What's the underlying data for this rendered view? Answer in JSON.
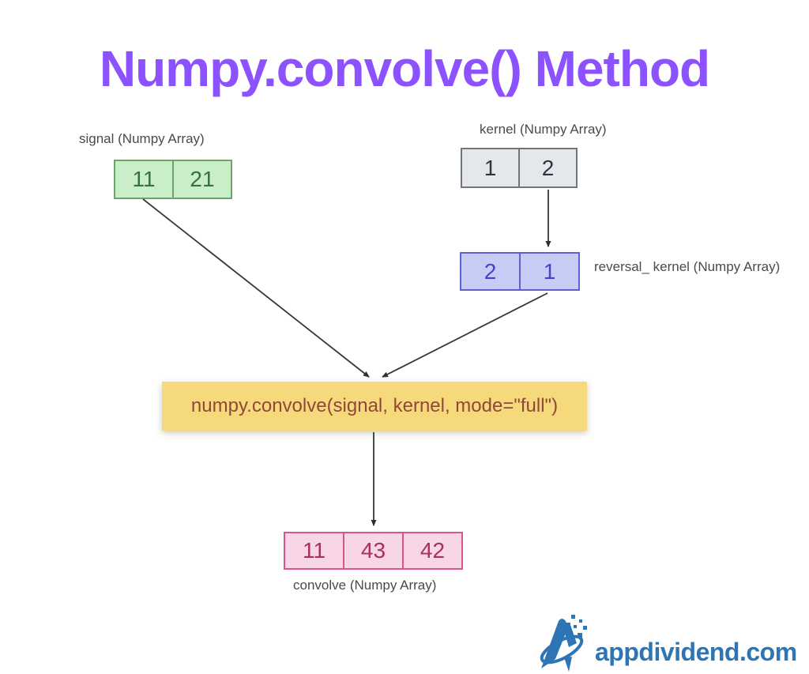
{
  "title": "Numpy.convolve() Method",
  "diagram": {
    "signal": {
      "label": "signal (Numpy Array)",
      "cells": [
        "11",
        "21"
      ]
    },
    "kernel": {
      "label": "kernel (Numpy Array)",
      "cells": [
        "1",
        "2"
      ]
    },
    "reversal_kernel": {
      "label": "reversal_ kernel (Numpy Array)",
      "cells": [
        "2",
        "1"
      ]
    },
    "function_call": "numpy.convolve(signal, kernel, mode=\"full\")",
    "result": {
      "label": "convolve (Numpy Array)",
      "cells": [
        "11",
        "43",
        "42"
      ]
    }
  },
  "branding": {
    "website": "appdividend.com"
  },
  "colors": {
    "title": "#8c52ff",
    "label_text": "#4a4a4a",
    "signal_fill": "#c9eec9",
    "signal_border": "#6ba56b",
    "signal_text": "#35713f",
    "kernel_fill": "#e5e8eb",
    "kernel_border": "#70757b",
    "kernel_text": "#2c3540",
    "reversal_fill": "#c7ccf4",
    "reversal_border": "#5c60d2",
    "reversal_text": "#4345c4",
    "function_fill": "#f6d97a",
    "function_text": "#8f4839",
    "result_fill": "#f8d6e6",
    "result_border": "#d85390",
    "result_text": "#a92e62",
    "arrow": "#33383d",
    "brand_blue": "#2e75b6"
  }
}
